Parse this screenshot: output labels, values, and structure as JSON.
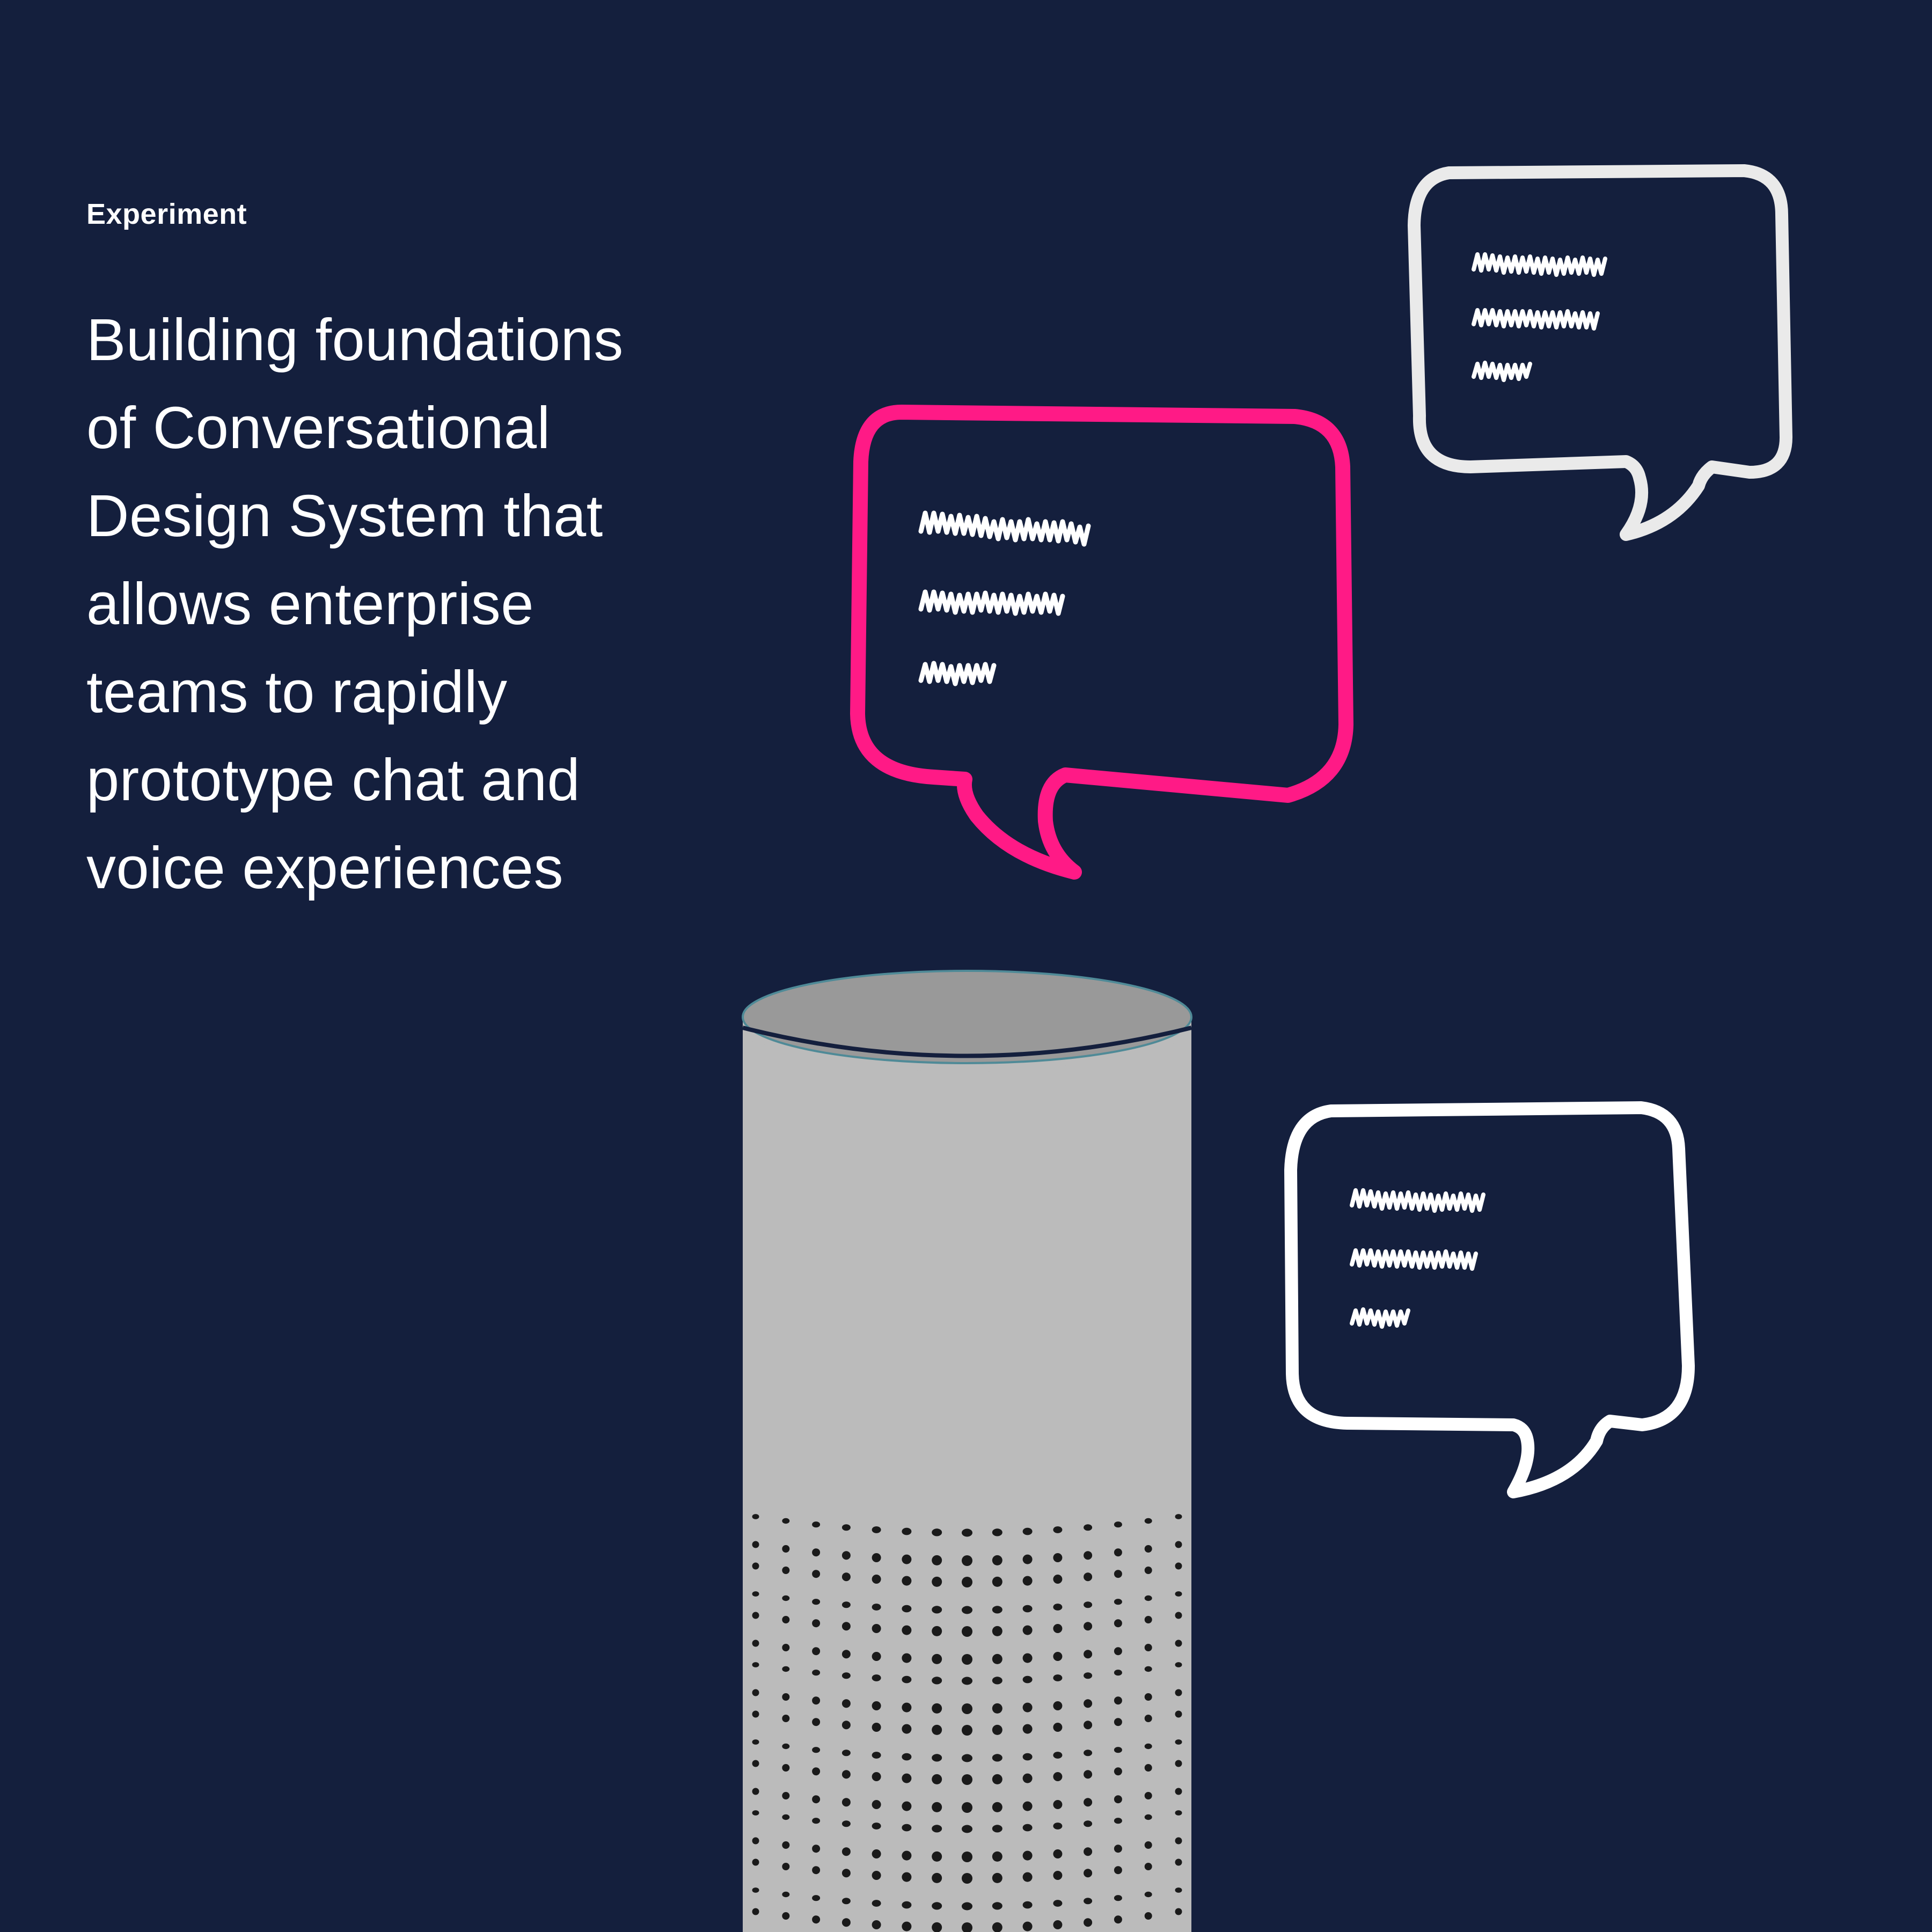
{
  "eyebrow": "Experiment",
  "headline": {
    "lines": [
      "Building foundations",
      "of Conversational",
      "Design System that",
      "allows enterprise",
      "teams to rapidly",
      "prototype chat and",
      "voice experiences"
    ]
  },
  "illustration": {
    "icons": [
      "smart-speaker-icon",
      "speech-bubble-icon"
    ],
    "colors": {
      "background": "#141f3d",
      "text": "#ffffff",
      "accent_bubble": "#ff1a86",
      "white_bubble": "#ffffff",
      "grey_bubble": "#eaeaea",
      "speaker_body": "#bbbbbb",
      "speaker_top": "#999999",
      "speaker_dots": "#1a1a1a"
    }
  }
}
